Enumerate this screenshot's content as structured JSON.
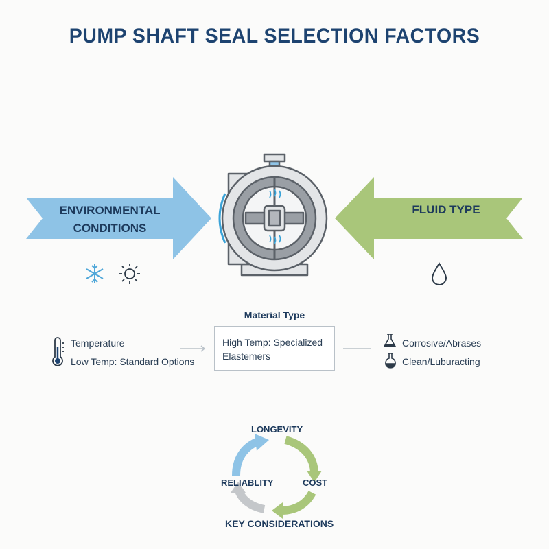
{
  "title": "PUMP SHAFT SEAL SELECTION FACTORS",
  "environmental": {
    "line1": "ENVIRONMENTAL",
    "line2": "CONDITIONS",
    "icons": [
      "snowflake-icon",
      "sun-icon"
    ],
    "color": "#8ec3e6"
  },
  "fluid": {
    "label": "FLUID TYPE",
    "icon": "droplet-icon",
    "color": "#a9c67a"
  },
  "temperature": {
    "label": "Temperature",
    "low": "Low Temp: Standard Options"
  },
  "material": {
    "title": "Material Type",
    "line1": "High Temp: Specialized",
    "line2": "Elastemers"
  },
  "fluid_types": {
    "corrosive": "Corrosive/Abrases",
    "clean": "Clean/Luburacting"
  },
  "key_considerations": {
    "title": "KEY CONSIDERATIONS",
    "longevity": "LONGEVITY",
    "cost": "COST",
    "reliability": "RELIABLITY"
  },
  "colors": {
    "title": "#1d4370",
    "blue": "#8ec3e6",
    "green": "#a9c67a",
    "gray": "#c4c7ca",
    "pump_fill": "#e3e5e7",
    "pump_stroke": "#5b6168"
  }
}
